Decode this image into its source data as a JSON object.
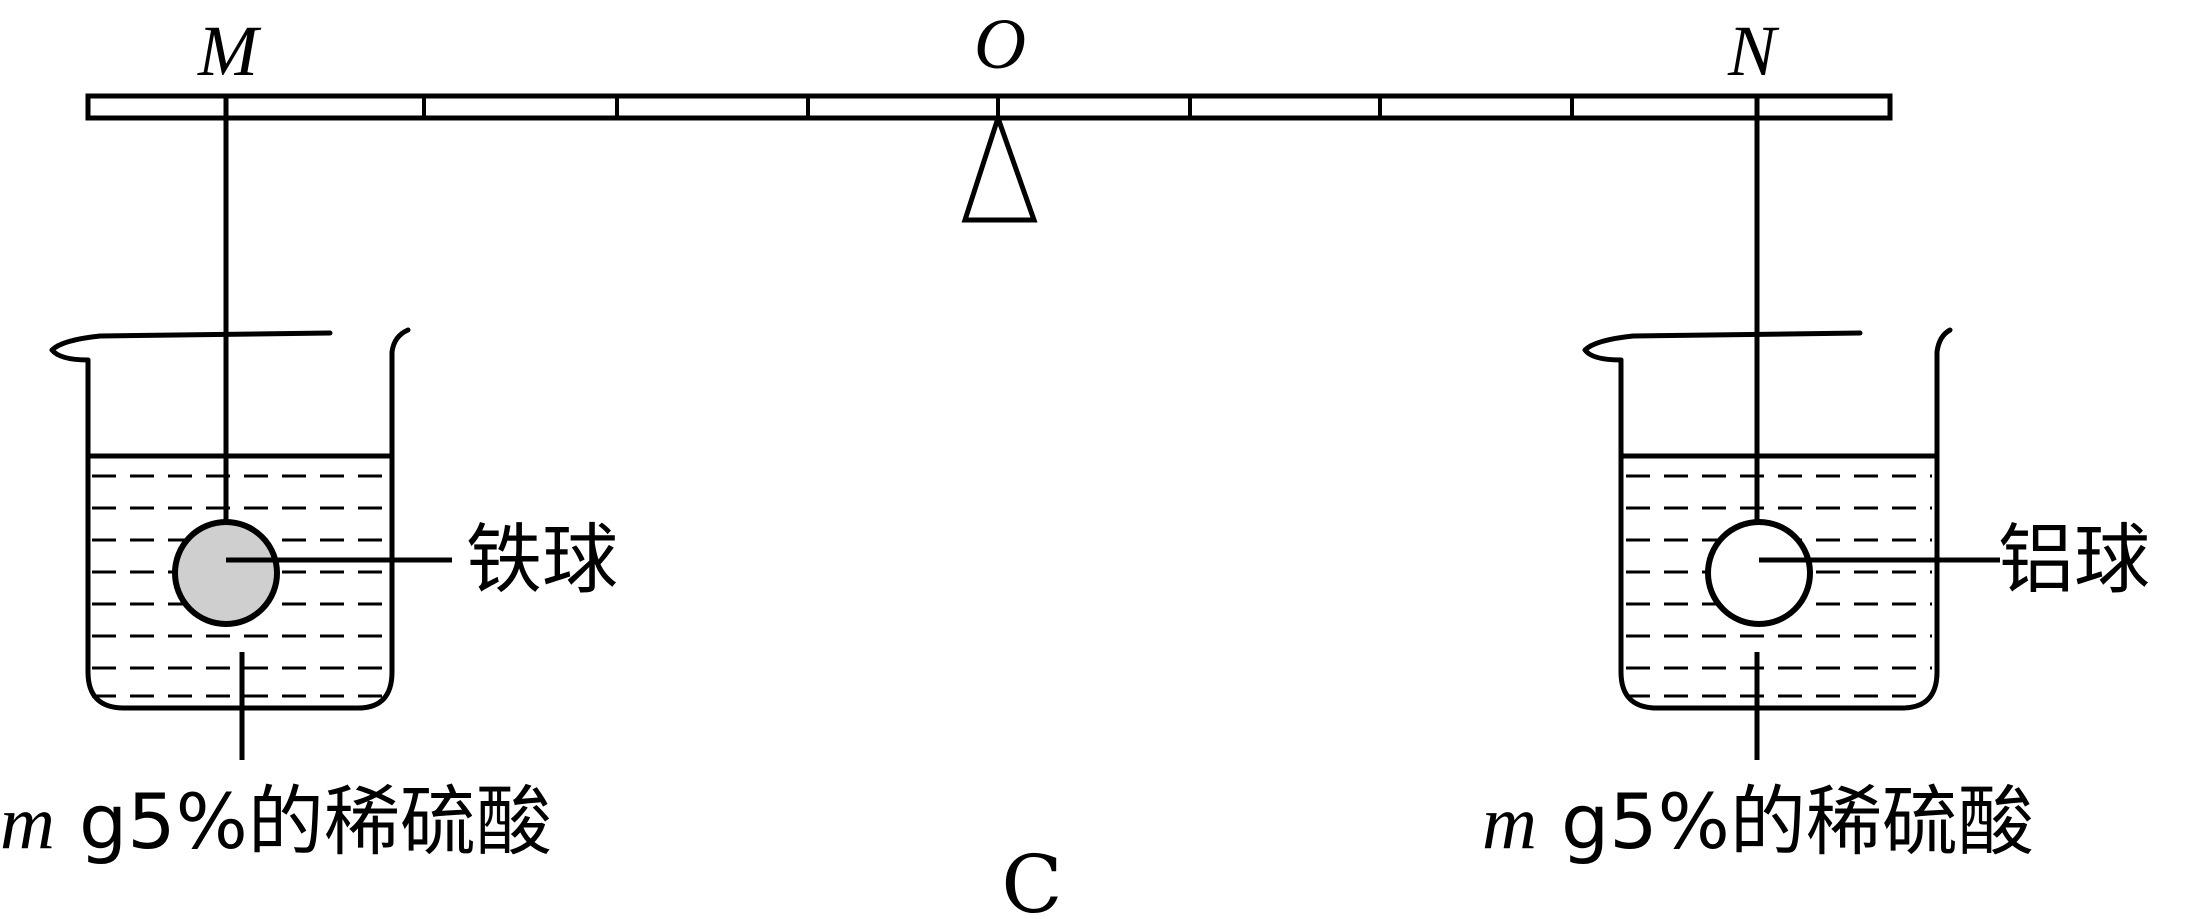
{
  "labels": {
    "point_m": "M",
    "point_o": "O",
    "point_n": "N",
    "left_ball": "铁球",
    "right_ball": "铝球",
    "left_liquid_var": "m",
    "left_liquid_text": " g5%的稀硫酸",
    "right_liquid_var": "m",
    "right_liquid_text": " g5%的稀硫酸",
    "option": "C"
  },
  "colors": {
    "ink": "#000000",
    "iron_ball_fill": "#cfcfcf",
    "aluminum_ball_fill": "#ffffff",
    "background": "#ffffff"
  }
}
